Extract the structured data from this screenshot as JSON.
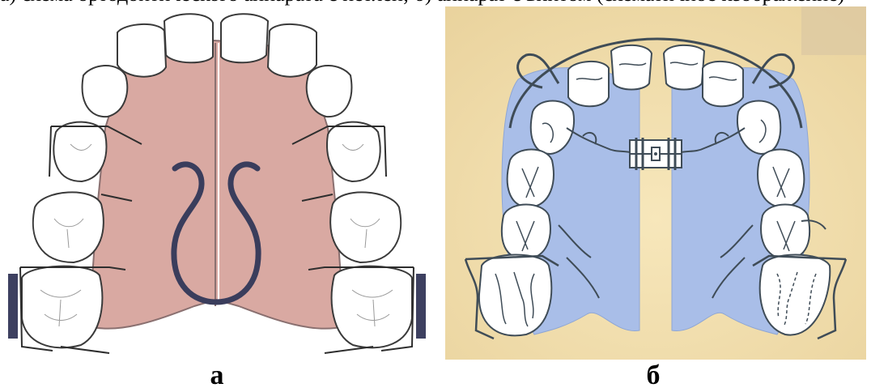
{
  "header_text": "а) схема ортодонтического аппарата с петлей; б) аппарат с винтом (схематичное изображение)",
  "figure": {
    "panel_a": {
      "label": "а",
      "colors": {
        "plate": "#d9a9a2",
        "plate_edge": "#8a7070",
        "tooth_fill": "#ffffff",
        "tooth_outline": "#3a3a3a",
        "loop": "#3a3d5c",
        "clasp_pad": "#3d4060"
      }
    },
    "panel_b": {
      "label": "б",
      "colors": {
        "background": "#f1dca8",
        "plate": "#a9bee8",
        "tooth_fill": "#ffffff",
        "wire": "#3f4c57"
      }
    }
  }
}
